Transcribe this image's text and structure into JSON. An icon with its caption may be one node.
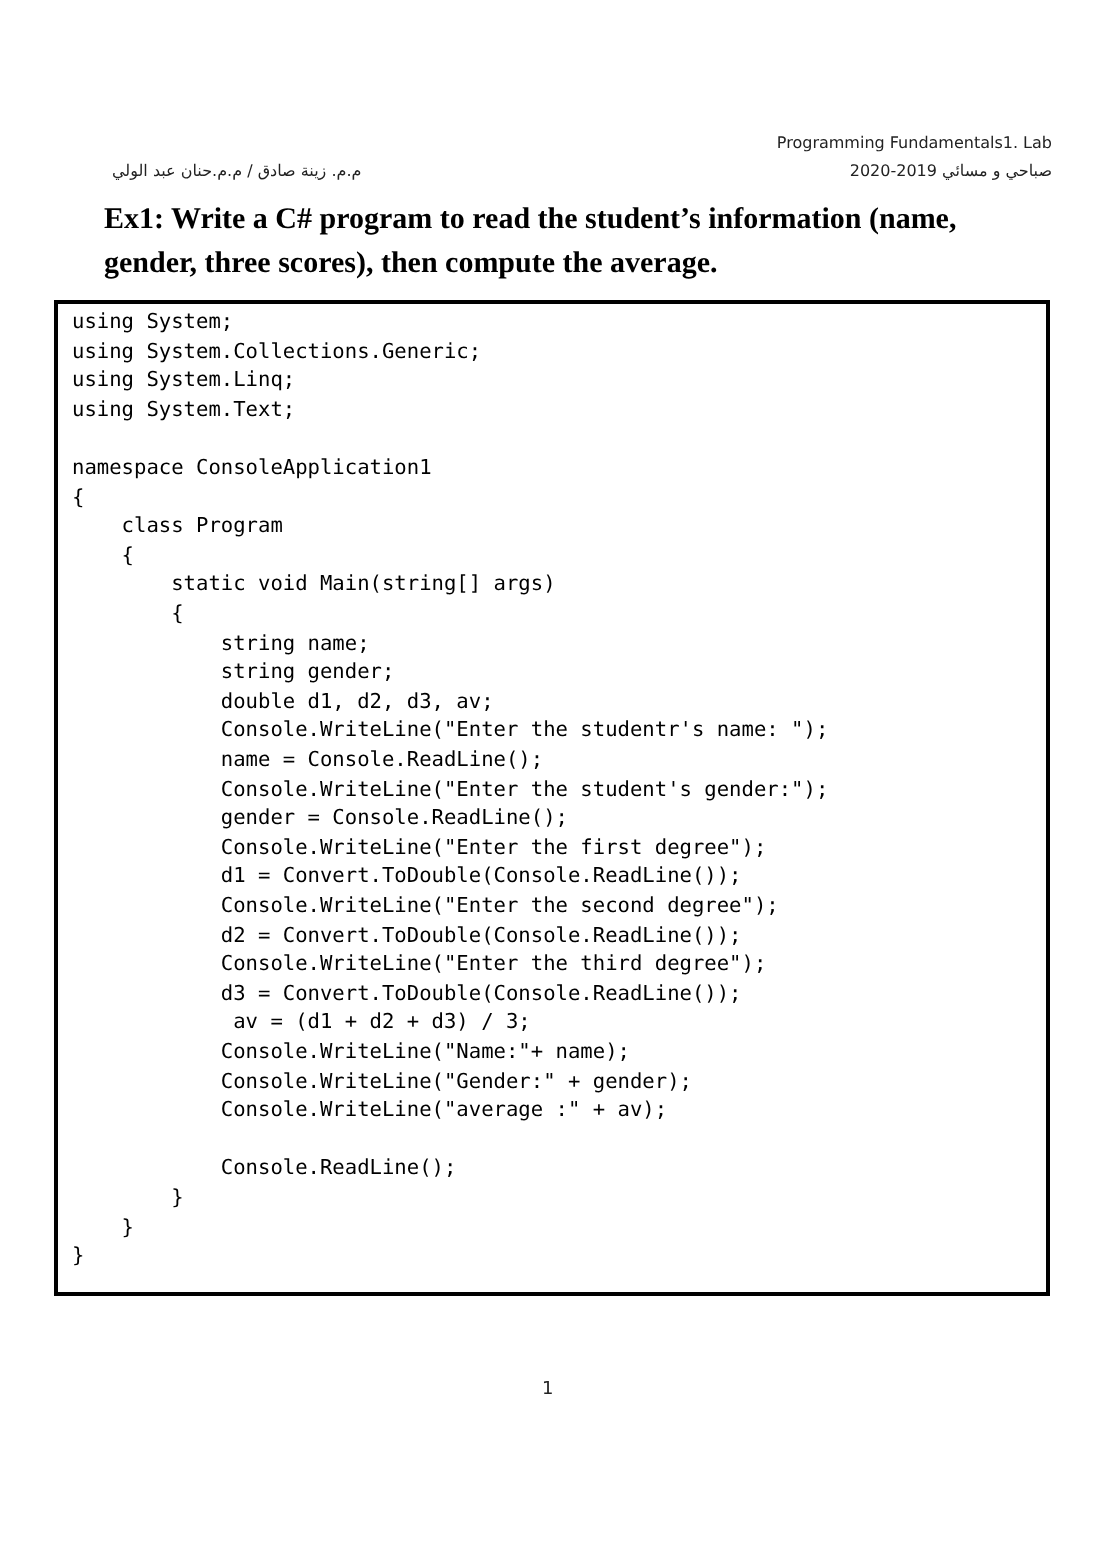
{
  "diagram": {
    "title": "Ex1: Write a C# program to read the student’s information (name, gender, three scores), then compute the average.",
    "labels": [
      "Programming Fundamentals1. Lab",
      "م.م. زينة صادق / م.م.حنان عبد الولي",
      "2020-2019 صباحي و مسائي",
      "using System;",
      "using System.Collections.Generic;",
      "using System.Linq;",
      "using System.Text;",
      "namespace ConsoleApplication1",
      "{",
      "    class Program",
      "    {",
      "        static void Main(string[] args)",
      "        {",
      "            string name;",
      "            string gender;",
      "            double d1, d2, d3, av;",
      "            Console.WriteLine(\"Enter the studentr's name: \");",
      "            name = Console.ReadLine();",
      "            Console.WriteLine(\"Enter the student's gender:\");",
      "            gender = Console.ReadLine();",
      "            Console.WriteLine(\"Enter the first degree\");",
      "            d1 = Convert.ToDouble(Console.ReadLine());",
      "            Console.WriteLine(\"Enter the second degree\");",
      "            d2 = Convert.ToDouble(Console.ReadLine());",
      "            Console.WriteLine(\"Enter the third degree\");",
      "            d3 = Convert.ToDouble(Console.ReadLine());",
      "             av = (d1 + d2 + d3) / 3;",
      "            Console.WriteLine(\"Name:\"+ name);",
      "            Console.WriteLine(\"Gender:\" + gender);",
      "            Console.WriteLine(\"average :\" + av);",
      "            Console.ReadLine();",
      "        }",
      "    }",
      "}",
      "1"
    ]
  }
}
